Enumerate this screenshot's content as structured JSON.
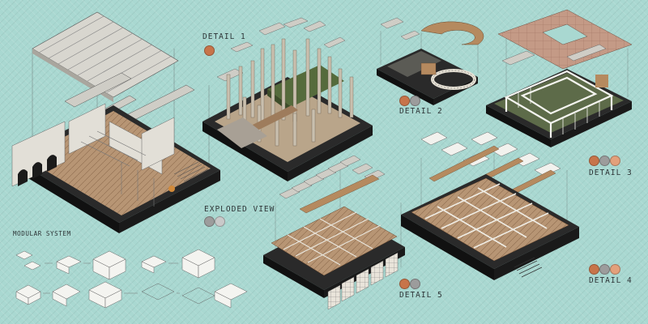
{
  "labels": {
    "detail_1": "DETAIL 1",
    "detail_2": "DETAIL 2",
    "detail_3": "DETAIL 3",
    "detail_4": "DETAIL 4",
    "detail_5": "DETAIL 5",
    "exploded_view": "EXPLODED VIEW",
    "modular_system": "MODULAR SYSTEM"
  },
  "colors": {
    "background": "#a9d8d1",
    "terracotta": "#c7744a",
    "peach": "#e3a07b",
    "grey": "#9c9c9c",
    "light_grey": "#c9c9c9",
    "slab_dark": "#1b1b1b",
    "grass": "#556b3c",
    "wood": "#b58a5f"
  },
  "swatches": {
    "detail_1": [
      "#c7744a"
    ],
    "detail_2": [
      "#c7744a",
      "#9c9c9c"
    ],
    "detail_3": [
      "#c7744a",
      "#9c9c9c",
      "#e3a07b"
    ],
    "detail_4": [
      "#c7744a",
      "#9c9c9c",
      "#e3a07b"
    ],
    "detail_5": [
      "#c7744a",
      "#9c9c9c"
    ],
    "exploded_view": [
      "#9c9c9c",
      "#c9c9c9"
    ]
  }
}
